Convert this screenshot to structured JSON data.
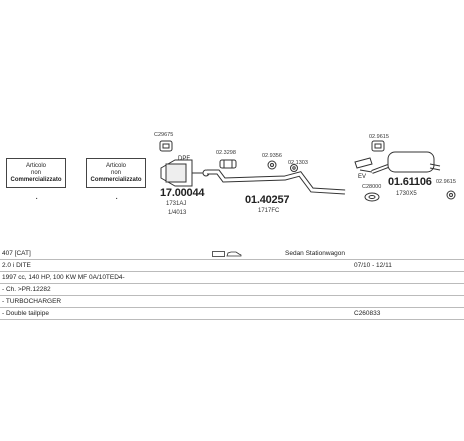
{
  "diagram": {
    "box_left": {
      "line1": "Articolo",
      "line2": "non",
      "line3": "Commercializzato"
    },
    "box_right": {
      "line1": "Articolo",
      "line2": "non",
      "line3": "Commercializzato"
    },
    "label_dpf": "DPF",
    "label_ev": "EV",
    "codes": {
      "c1": "C29675",
      "c2": "02.3298",
      "c3": "02.9356",
      "c4": "02.1303",
      "c5": "02.9615",
      "c6": "C28000",
      "c7": "02.9615"
    },
    "parts": {
      "p1": {
        "num": "17.00044",
        "sub1": "1731AJ",
        "sub2": "1/4013"
      },
      "p2": {
        "num": "01.40257",
        "sub1": "1717FC"
      },
      "p3": {
        "num": "01.61106",
        "sub1": "1730X5"
      }
    }
  },
  "table": {
    "rows": [
      {
        "c1": "407 [CAT]",
        "c2": "Sedan Stationwagon",
        "c3": ""
      },
      {
        "c1": "2.0 i DITE",
        "c2": "",
        "c3": "07/10 - 12/11"
      },
      {
        "c1": "1997 cc, 140 HP, 100 KW MF 0A/10TED4-",
        "c2": "",
        "c3": ""
      },
      {
        "c1": "- Ch. >PR.12282",
        "c2": "",
        "c3": ""
      },
      {
        "c1": "- TURBOCHARGER",
        "c2": "",
        "c3": ""
      },
      {
        "c1": "- Double tailpipe",
        "c2": "",
        "c3": "C260833"
      }
    ]
  }
}
